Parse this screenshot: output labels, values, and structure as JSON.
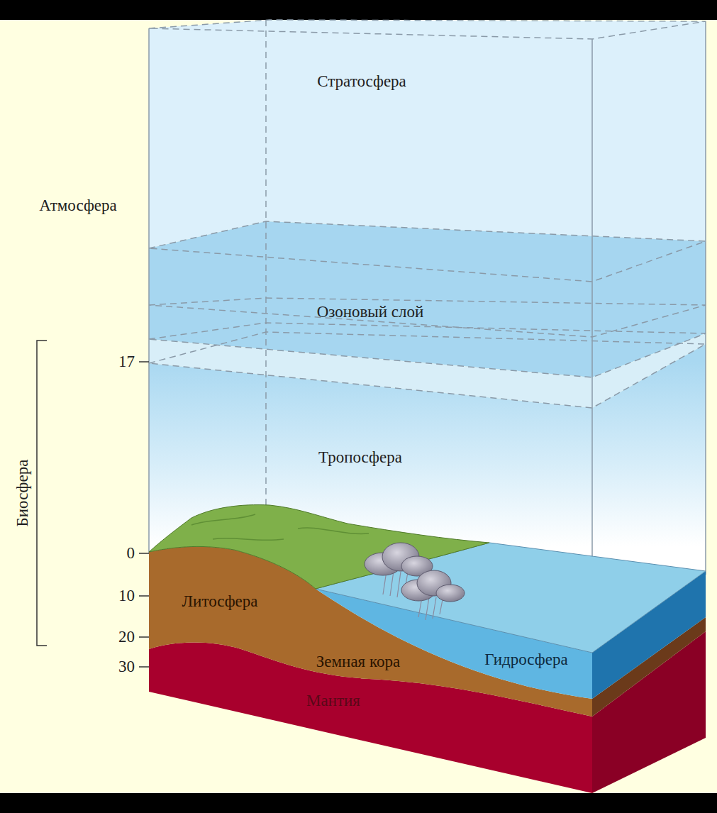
{
  "diagram": {
    "labels": [
      "Стратосфера",
      "Атмосфера",
      "Озоновый слой",
      "17",
      "Тропосфера",
      "Биосфера",
      "0",
      "10",
      "Литосфера",
      "20",
      "Земная кора",
      "Гидросфера",
      "30",
      "Мантия"
    ]
  }
}
